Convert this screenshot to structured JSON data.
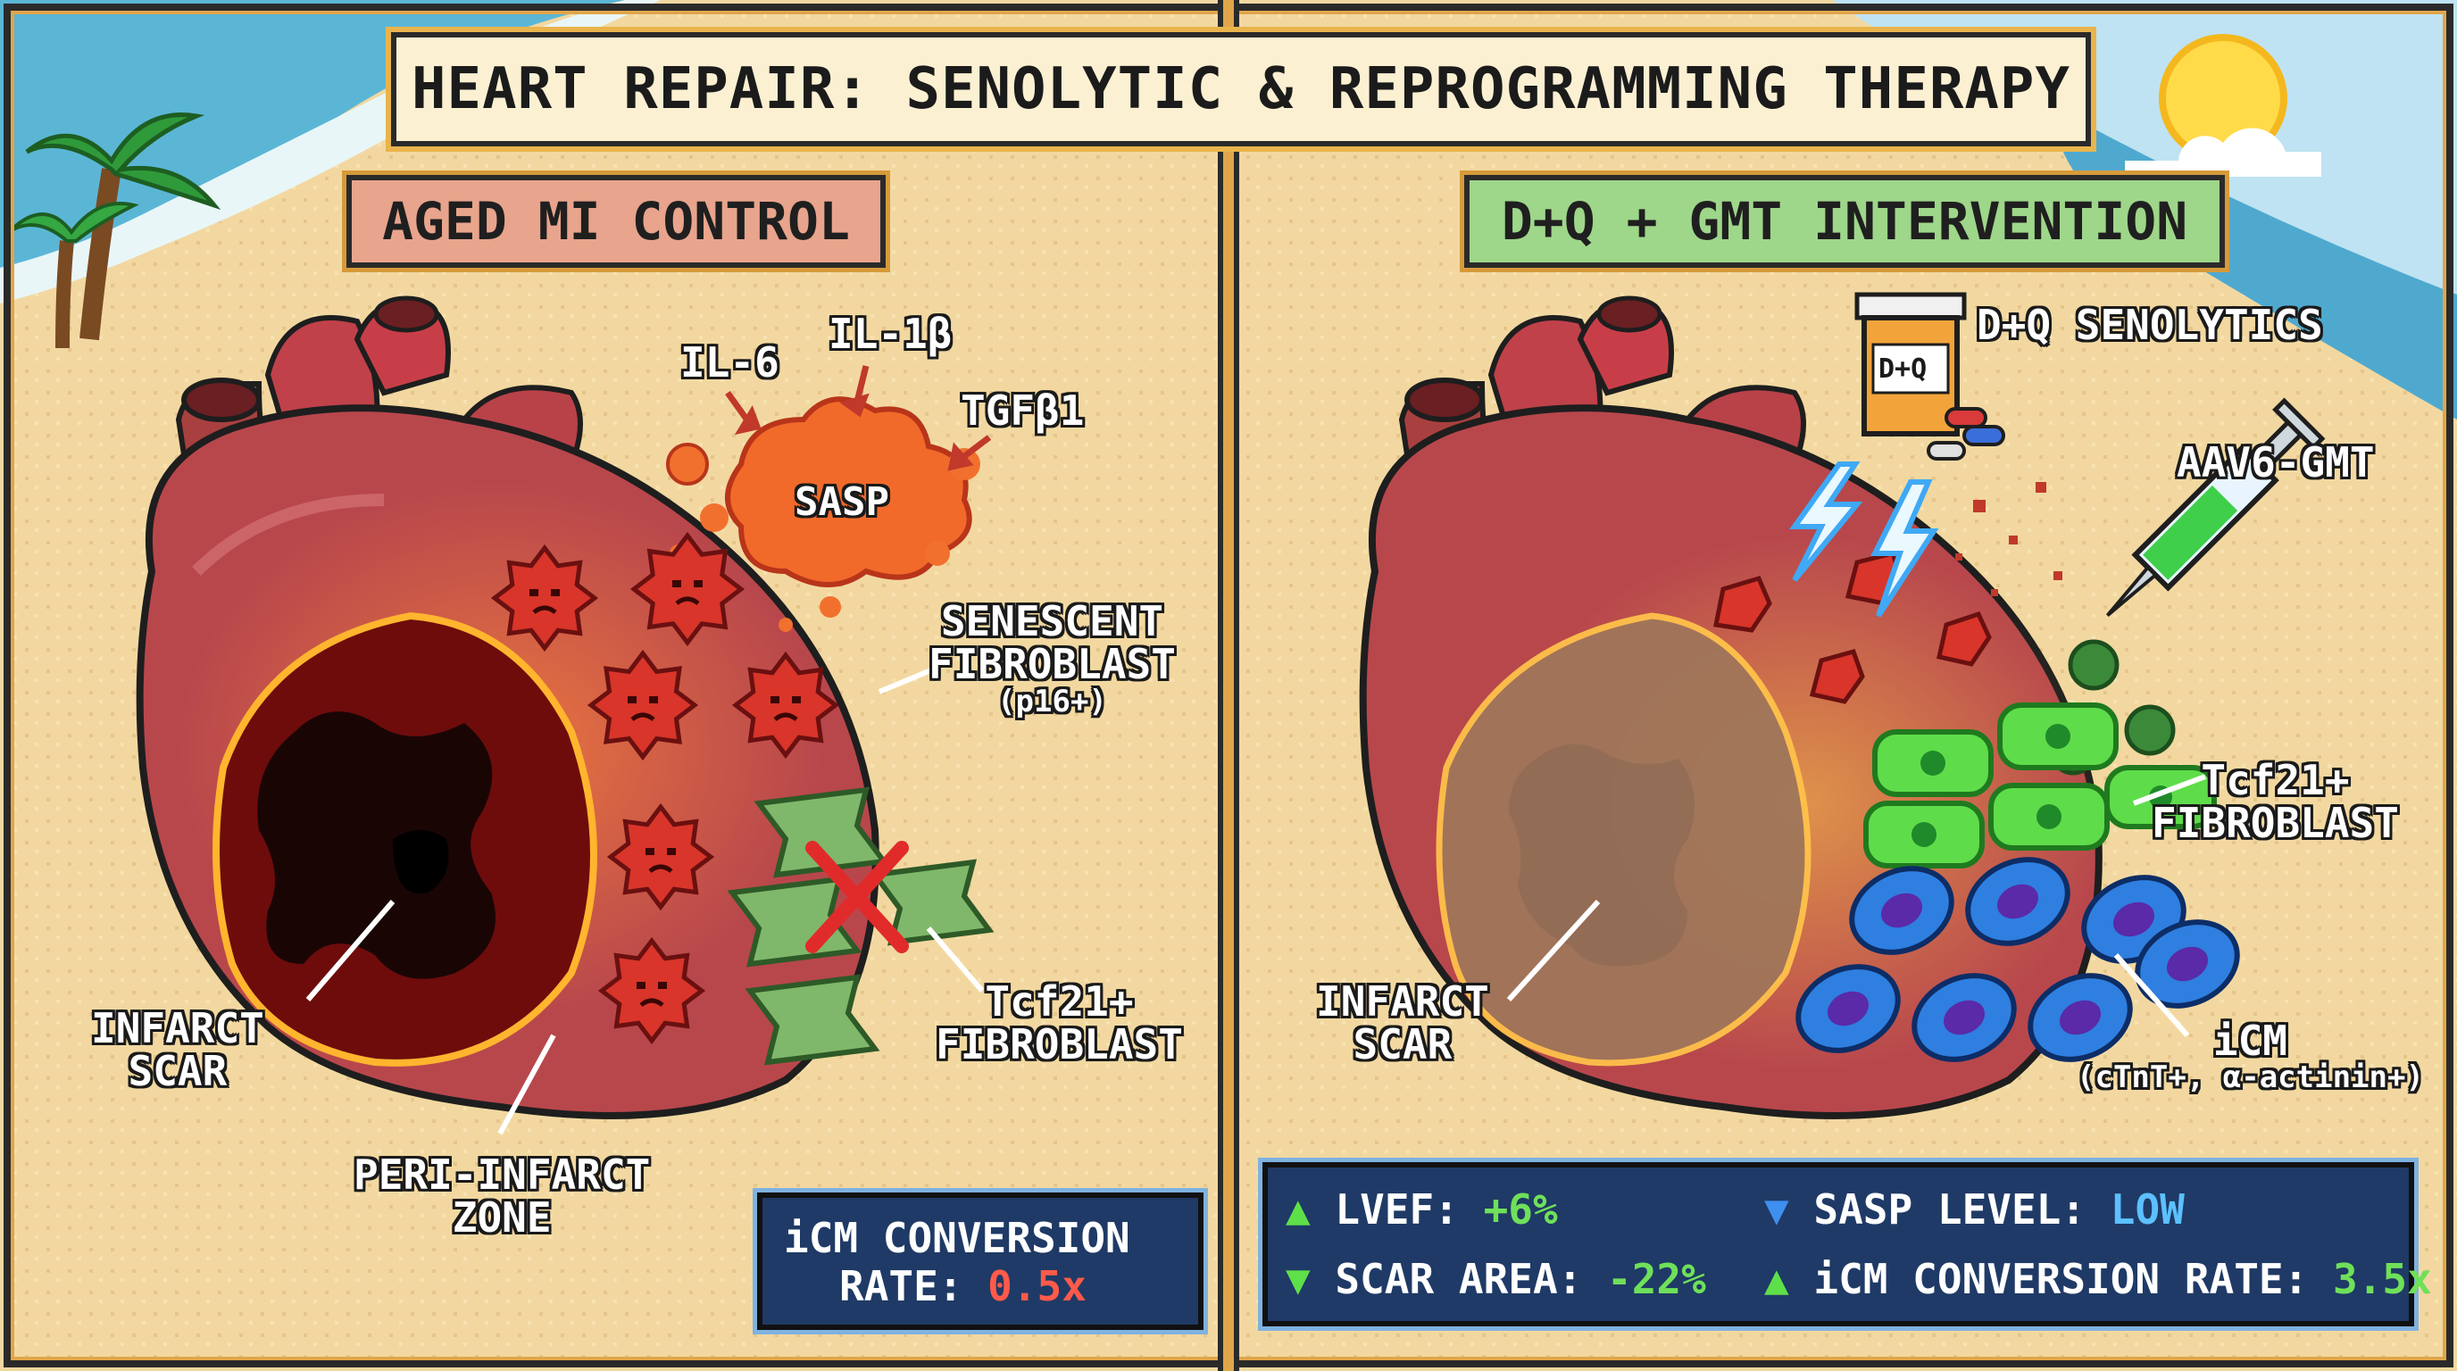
{
  "title": "HEART REPAIR: SENOLYTIC & REPROGRAMMING THERAPY",
  "left_panel": {
    "tag": "AGED MI CONTROL",
    "labels": {
      "il6": "IL-6",
      "il1b": "IL-1β",
      "tgfb1": "TGFβ1",
      "sasp": "SASP",
      "senescent": [
        "SENESCENT",
        "FIBROBLAST",
        "(p16+)"
      ],
      "tcf21": [
        "Tcf21+",
        "FIBROBLAST"
      ],
      "infarct": [
        "INFARCT",
        "SCAR"
      ],
      "peri": [
        "PERI-INFARCT",
        "ZONE"
      ]
    },
    "stat": {
      "line1": "iCM CONVERSION",
      "line2_label": "RATE: ",
      "line2_value": "0.5x"
    }
  },
  "right_panel": {
    "tag": "D+Q + GMT INTERVENTION",
    "labels": {
      "dq": "D+Q SENOLYTICS",
      "bottle": "D+Q",
      "aav": "AAV6-GMT",
      "tcf21": [
        "Tcf21+",
        "FIBROBLAST"
      ],
      "infarct": [
        "INFARCT",
        "SCAR"
      ],
      "icm": [
        "iCM",
        "(cTnT+, α-actinin+)"
      ]
    },
    "stats": {
      "lvef_label": "LVEF: ",
      "lvef_value": "+6%",
      "scar_label": "SCAR AREA: ",
      "scar_value": "-22%",
      "sasp_label": "SASP LEVEL: ",
      "sasp_value": "LOW",
      "icm_label": "iCM CONVERSION RATE: ",
      "icm_value": "3.5x"
    }
  },
  "colors": {
    "sand": "#f2d8a0",
    "heart": "#b8474c",
    "scar_dark": "#6e0c0c",
    "senescent": "#d9352a",
    "fibroblast_green": "#7fb86a",
    "reprogrammed_green": "#5fdc4a",
    "icm_blue": "#2f7fe0",
    "panel_left_tag": "#e8a48c",
    "panel_right_tag": "#9ed68a",
    "stats_bg": "#1f3a66"
  }
}
